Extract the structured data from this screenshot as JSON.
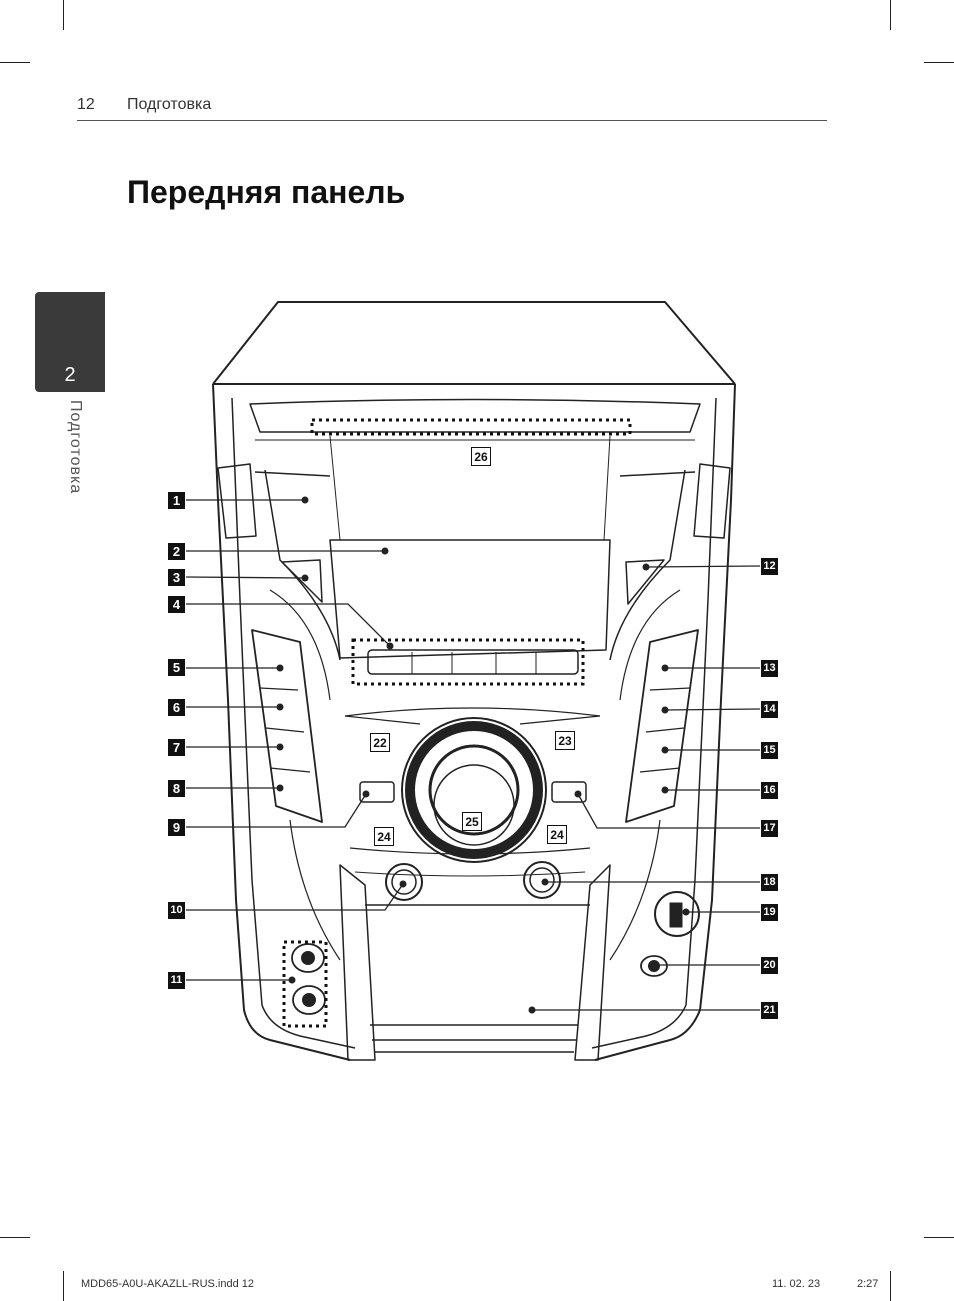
{
  "header": {
    "page_number": "12",
    "section": "Подготовка"
  },
  "title": "Передняя панель",
  "side_tab": {
    "number": "2",
    "label": "Подготовка"
  },
  "footer": {
    "file": "MDD65-A0U-AKAZLL-RUS.indd   12",
    "date": "11. 02. 23",
    "time": "2:27"
  },
  "callouts": {
    "c1": "1",
    "c2": "2",
    "c3": "3",
    "c4": "4",
    "c5": "5",
    "c6": "6",
    "c7": "7",
    "c8": "8",
    "c9": "9",
    "c10": "10",
    "c11": "11",
    "c12": "12",
    "c13": "13",
    "c14": "14",
    "c15": "15",
    "c16": "16",
    "c17": "17",
    "c18": "18",
    "c19": "19",
    "c20": "20",
    "c21": "21",
    "c22": "22",
    "c23": "23",
    "c24a": "24",
    "c24b": "24",
    "c25": "25",
    "c26": "26"
  }
}
